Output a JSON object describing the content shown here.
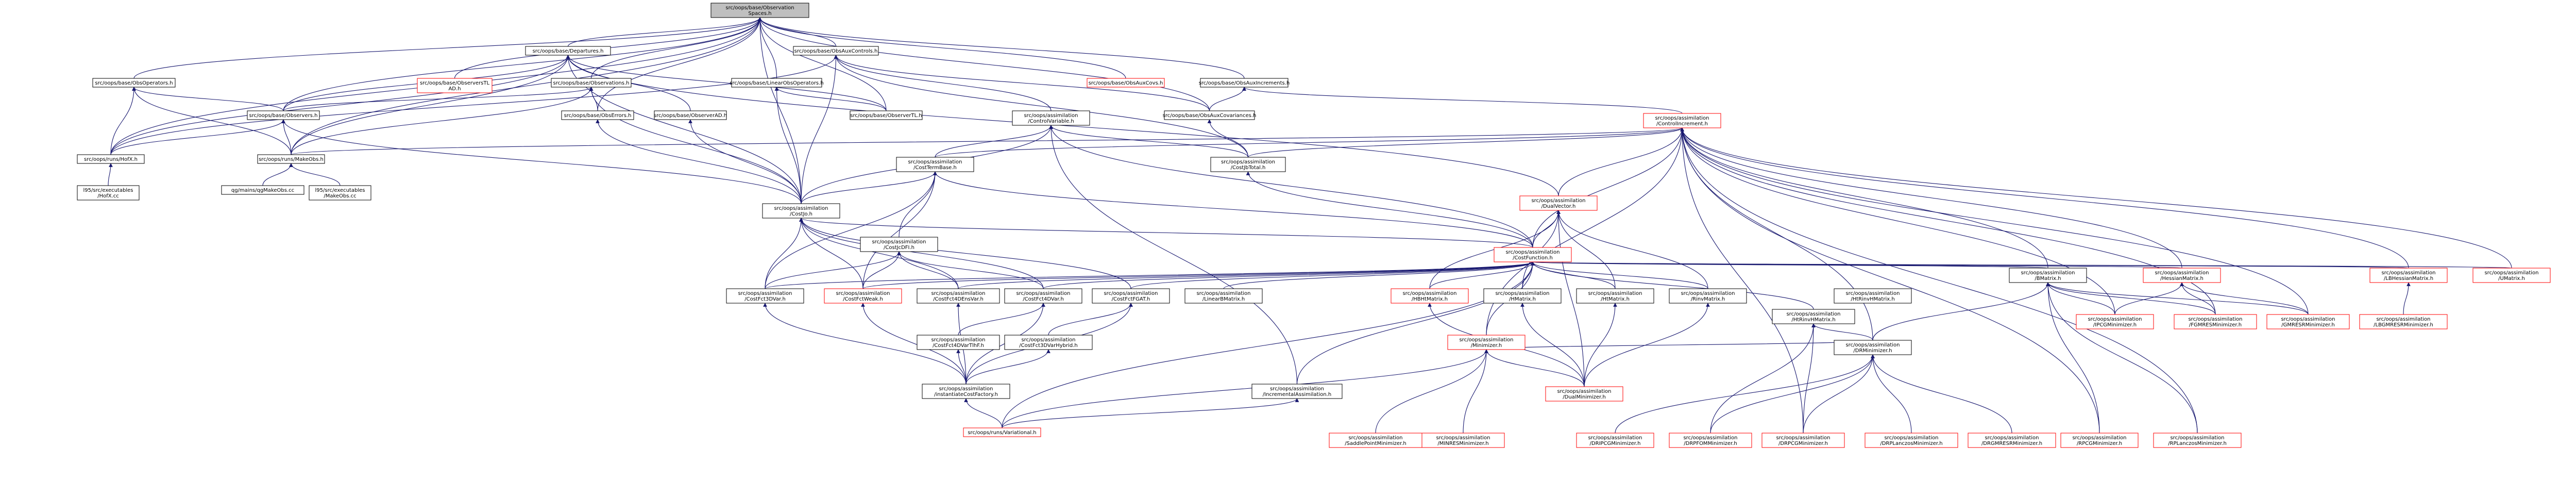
{
  "graph": {
    "nodes": [
      {
        "id": "root",
        "lines": [
          "src/oops/base/Observation",
          "Spaces.h"
        ],
        "kind": "root"
      },
      {
        "id": "departures",
        "lines": [
          "src/oops/base/Departures.h"
        ],
        "kind": "normal"
      },
      {
        "id": "obsauxcontrols",
        "lines": [
          "src/oops/base/ObsAuxControls.h"
        ],
        "kind": "normal"
      },
      {
        "id": "obsoperators",
        "lines": [
          "src/oops/base/ObsOperators.h"
        ],
        "kind": "normal"
      },
      {
        "id": "observerstlad",
        "lines": [
          "src/oops/base/ObserversTL",
          "AD.h"
        ],
        "kind": "red"
      },
      {
        "id": "observations",
        "lines": [
          "src/oops/base/Observations.h"
        ],
        "kind": "normal"
      },
      {
        "id": "linearobsoperators",
        "lines": [
          "src/oops/base/LinearObsOperators.h"
        ],
        "kind": "normal"
      },
      {
        "id": "obsauxcovs",
        "lines": [
          "src/oops/base/ObsAuxCovs.h"
        ],
        "kind": "red"
      },
      {
        "id": "obsauxincrements",
        "lines": [
          "src/oops/base/ObsAuxIncrements.h"
        ],
        "kind": "normal"
      },
      {
        "id": "observers",
        "lines": [
          "src/oops/base/Observers.h"
        ],
        "kind": "normal"
      },
      {
        "id": "obserrors",
        "lines": [
          "src/oops/base/ObsErrors.h"
        ],
        "kind": "normal"
      },
      {
        "id": "observeradtl",
        "lines": [
          "src/oops/base/ObserverAD.h"
        ],
        "kind": "normal"
      },
      {
        "id": "observertl",
        "lines": [
          "src/oops/base/ObserverTL.h"
        ],
        "kind": "normal"
      },
      {
        "id": "controlvariable",
        "lines": [
          "src/oops/assimilation",
          "/ControlVariable.h"
        ],
        "kind": "normal"
      },
      {
        "id": "obsauxcovariances",
        "lines": [
          "src/oops/base/ObsAuxCovariances.h"
        ],
        "kind": "normal"
      },
      {
        "id": "controlincrement",
        "lines": [
          "src/oops/assimilation",
          "/ControlIncrement.h"
        ],
        "kind": "red"
      },
      {
        "id": "hofx",
        "lines": [
          "src/oops/runs/HofX.h"
        ],
        "kind": "normal"
      },
      {
        "id": "makeobs",
        "lines": [
          "src/oops/runs/MakeObs.h"
        ],
        "kind": "normal"
      },
      {
        "id": "hofx_cc",
        "lines": [
          "l95/src/executables",
          "/HofX.cc"
        ],
        "kind": "normal"
      },
      {
        "id": "makeobs_cc",
        "lines": [
          "qg/mains/qgMakeObs.cc"
        ],
        "kind": "normal"
      },
      {
        "id": "makeobs_cc2",
        "lines": [
          "l95/src/executables",
          "/MakeObs.cc"
        ],
        "kind": "normal"
      },
      {
        "id": "costtermbase",
        "lines": [
          "src/oops/assimilation",
          "/CostTermBase.h"
        ],
        "kind": "normal"
      },
      {
        "id": "costjbtotal",
        "lines": [
          "src/oops/assimilation",
          "/CostJbTotal.h"
        ],
        "kind": "normal"
      },
      {
        "id": "costjo",
        "lines": [
          "src/oops/assimilation",
          "/CostJo.h"
        ],
        "kind": "normal"
      },
      {
        "id": "dualvector",
        "lines": [
          "src/oops/assimilation",
          "/DualVector.h"
        ],
        "kind": "red"
      },
      {
        "id": "costfunction",
        "lines": [
          "src/oops/assimilation",
          "/CostFunction.h"
        ],
        "kind": "red"
      },
      {
        "id": "costjcdfi",
        "lines": [
          "src/oops/assimilation",
          "/CostJcDFI.h"
        ],
        "kind": "normal"
      },
      {
        "id": "costfct3dvar",
        "lines": [
          "src/oops/assimilation",
          "/CostFct3DVar.h"
        ],
        "kind": "normal"
      },
      {
        "id": "costfctweak",
        "lines": [
          "src/oops/assimilation",
          "/CostFctWeak.h"
        ],
        "kind": "red"
      },
      {
        "id": "costfct4densvar",
        "lines": [
          "src/oops/assimilation",
          "/CostFct4DEnsVar.h"
        ],
        "kind": "normal"
      },
      {
        "id": "costfct4dvar",
        "lines": [
          "src/oops/assimilation",
          "/CostFct4DVar.h"
        ],
        "kind": "normal"
      },
      {
        "id": "costfctfgat",
        "lines": [
          "src/oops/assimilation",
          "/CostFctFGAT.h"
        ],
        "kind": "normal"
      },
      {
        "id": "costfct4dvartlhf",
        "lines": [
          "src/oops/assimilation",
          "/CostFct4DVarTlhF.h"
        ],
        "kind": "normal"
      },
      {
        "id": "costfct3dvarhybrid",
        "lines": [
          "src/oops/assimilation",
          "/CostFct3DVarHybrid.h"
        ],
        "kind": "normal"
      },
      {
        "id": "ldbmatrix",
        "lines": [
          "src/oops/assimilation",
          "/LinearBMatrix.h"
        ],
        "kind": "normal"
      },
      {
        "id": "instantiatecostfactory",
        "lines": [
          "src/oops/assimilation",
          "/instantiateCostFactory.h"
        ],
        "kind": "normal"
      },
      {
        "id": "incrementalassim",
        "lines": [
          "src/oops/assimilation",
          "/IncrementalAssimilation.h"
        ],
        "kind": "normal"
      },
      {
        "id": "variational",
        "lines": [
          "src/oops/runs/Variational.h"
        ],
        "kind": "red"
      },
      {
        "id": "hbhmatrix",
        "lines": [
          "src/oops/assimilation",
          "/HBHtMatrix.h"
        ],
        "kind": "red"
      },
      {
        "id": "hmatrix",
        "lines": [
          "src/oops/assimilation",
          "/HMatrix.h"
        ],
        "kind": "normal"
      },
      {
        "id": "htmatrix",
        "lines": [
          "src/oops/assimilation",
          "/HtMatrix.h"
        ],
        "kind": "normal"
      },
      {
        "id": "htrinvhmatrix",
        "lines": [
          "src/oops/assimilation",
          "/HtRinvHMatrix.h"
        ],
        "kind": "normal"
      },
      {
        "id": "rinvmatrix",
        "lines": [
          "src/oops/assimilation",
          "/RinvMatrix.h"
        ],
        "kind": "normal"
      },
      {
        "id": "minimizer",
        "lines": [
          "src/oops/assimilation",
          "/Minimizer.h"
        ],
        "kind": "red"
      },
      {
        "id": "dualminimizer",
        "lines": [
          "src/oops/assimilation",
          "/DualMinimizer.h"
        ],
        "kind": "red"
      },
      {
        "id": "bmatrix",
        "lines": [
          "src/oops/assimilation",
          "/BMatrix.h"
        ],
        "kind": "normal"
      },
      {
        "id": "hessianmatrix",
        "lines": [
          "src/oops/assimilation",
          "/HessianMatrix.h"
        ],
        "kind": "red"
      },
      {
        "id": "lbhessianmatrix",
        "lines": [
          "src/oops/assimilation",
          "/LBHessianMatrix.h"
        ],
        "kind": "red"
      },
      {
        "id": "umatrix",
        "lines": [
          "src/oops/assimilation",
          "/UMatrix.h"
        ],
        "kind": "red"
      },
      {
        "id": "htrinvhmatrix2",
        "lines": [
          "src/oops/assimilation",
          "/HtRinvHMatrix.h"
        ],
        "kind": "normal"
      },
      {
        "id": "drminimizer",
        "lines": [
          "src/oops/assimilation",
          "/DRMinimizer.h"
        ],
        "kind": "normal"
      },
      {
        "id": "ipcgminimizer",
        "lines": [
          "src/oops/assimilation",
          "/IPCGMinimizer.h"
        ],
        "kind": "red"
      },
      {
        "id": "fgmresminimizer",
        "lines": [
          "src/oops/assimilation",
          "/FGMRESMinimizer.h"
        ],
        "kind": "red"
      },
      {
        "id": "gmresrminimizer",
        "lines": [
          "src/oops/assimilation",
          "/GMRESRMinimizer.h"
        ],
        "kind": "red"
      },
      {
        "id": "lbgmresrminimizer",
        "lines": [
          "src/oops/assimilation",
          "/LBGMRESRMinimizer.h"
        ],
        "kind": "red"
      },
      {
        "id": "drpfomminimizer",
        "lines": [
          "src/oops/assimilation",
          "/DRPFOMMinimizer.h"
        ],
        "kind": "red"
      },
      {
        "id": "drpcgminimizer",
        "lines": [
          "src/oops/assimilation",
          "/DRPCGMinimizer.h"
        ],
        "kind": "red"
      },
      {
        "id": "drplanczosminimizer",
        "lines": [
          "src/oops/assimilation",
          "/DRPLanczosMinimizer.h"
        ],
        "kind": "red"
      },
      {
        "id": "drgmresrminimizer",
        "lines": [
          "src/oops/assimilation",
          "/DRGMRESRMinimizer.h"
        ],
        "kind": "red"
      },
      {
        "id": "rpcgminimizer",
        "lines": [
          "src/oops/assimilation",
          "/RPCGMinimizer.h"
        ],
        "kind": "red"
      },
      {
        "id": "rpllminimizer",
        "lines": [
          "src/oops/assimilation",
          "/RPLanczosMinimizer.h"
        ],
        "kind": "red"
      },
      {
        "id": "drpcgminimizer2",
        "lines": [
          "src/oops/assimilation",
          "/DRIPCGMinimizer.h"
        ],
        "kind": "red"
      },
      {
        "id": "sadminimizer",
        "lines": [
          "src/oops/assimilation",
          "/SaddlePointMinimizer.h"
        ],
        "kind": "red"
      },
      {
        "id": "qnminimizer",
        "lines": [
          "src/oops/assimilation",
          "/MINRESMinimizer.h"
        ],
        "kind": "red"
      }
    ]
  }
}
